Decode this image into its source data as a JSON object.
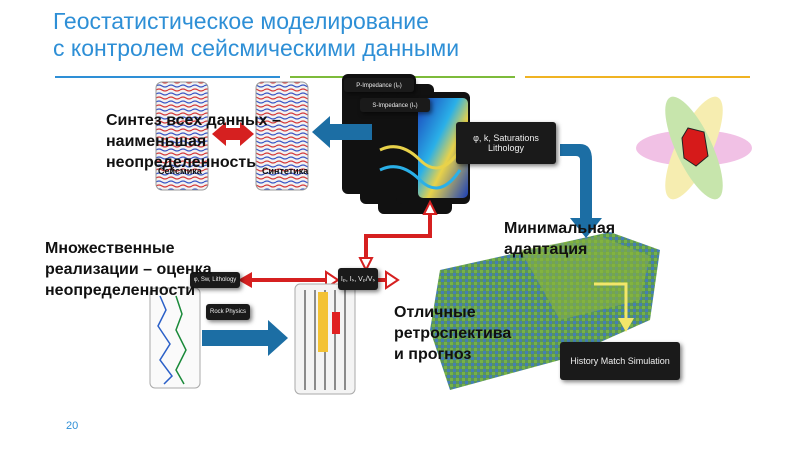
{
  "title": {
    "line1": "Геостатистическое моделирование",
    "line2": "с контролем сейсмическими данными"
  },
  "labels": {
    "synthesis": [
      "Синтез всех данных –",
      "наименьшая",
      "неопределенность"
    ],
    "multiple": [
      "Множественные",
      "реализации – оценка",
      "неопределенности"
    ],
    "minimal": [
      "Минимальная",
      "адаптация"
    ],
    "excellent": [
      "Отличные",
      "ретроспектива",
      "и прогноз"
    ]
  },
  "panels": {
    "seismic": "Сейсмика",
    "synthetic": "Синтетика",
    "p_impedance": "P-Impedance (Iₚ)",
    "s_impedance": "S-Impedance (Iₛ)",
    "saturations": "φ, k, Saturations",
    "lithology": "Lithology",
    "rock_physics": "Rock Physics",
    "elastic": "Iₚ, Iₛ, Vₚ/Vₛ",
    "phi_sw": "φ, Sw, Lithology",
    "history_match": "History Match Simulation"
  },
  "slide_number": "20",
  "colors": {
    "title": "#2e8fd6",
    "arrow_blue": "#1c6ea4",
    "arrow_red": "#d62020",
    "arrow_yellow": "#f2e66a"
  }
}
